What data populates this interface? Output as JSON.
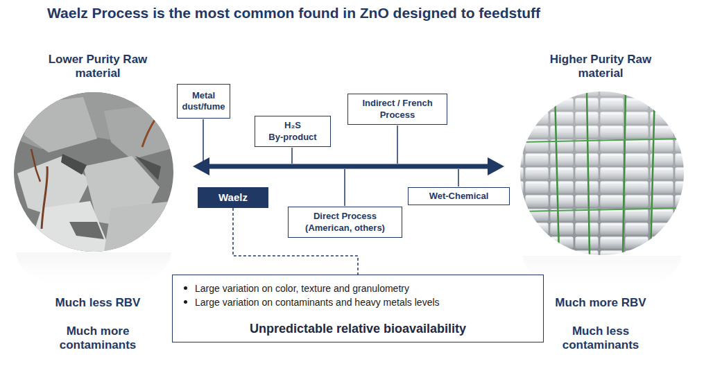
{
  "diagram": {
    "title": "Waelz Process is the most common found in ZnO designed to feedstuff",
    "nodes": [
      {
        "text": [
          "Metal dust/fume"
        ]
      },
      {
        "text": [
          "H₂S By-product"
        ]
      },
      {
        "text": [
          "Indirect / French Process"
        ]
      },
      {
        "text": [
          "Waelz"
        ]
      },
      {
        "text": [
          "Direct Process (American, others)"
        ]
      },
      {
        "text": [
          "Wet-Chemical"
        ]
      },
      {
        "text": [
          "Large variation on color, texture and granulometry",
          "Large variation on contaminants and heavy metals levels",
          "Unpredictable relative bioavailability"
        ]
      }
    ],
    "edges": [
      {
        "from": 3,
        "to": 6,
        "arrow": "none"
      }
    ],
    "labels": [
      "Lower Purity Raw material",
      "Higher Purity Raw material",
      "Much less RBV",
      "Much more contaminants",
      "Much more RBV",
      "Much less contaminants"
    ]
  }
}
